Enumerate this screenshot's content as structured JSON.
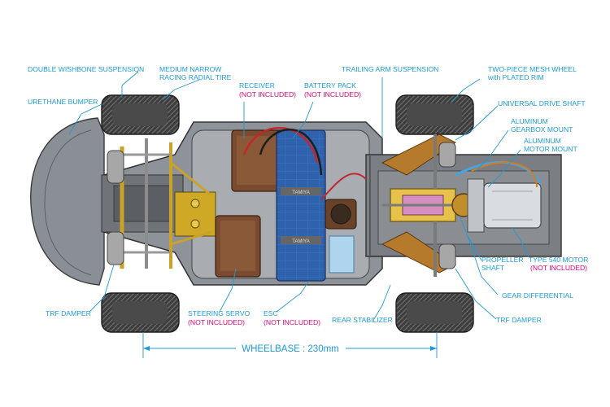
{
  "labels": {
    "double_wishbone": "DOUBLE WISHBONE SUSPENSION",
    "urethane_bumper": "URETHANE BUMPER",
    "tire_1": "MEDIUM NARROW",
    "tire_2": "RACING RADIAL TIRE",
    "receiver": "RECEIVER",
    "receiver_note": "(NOT INCLUDED)",
    "battery": "BATTERY PACK",
    "battery_note": "(NOT INCLUDED)",
    "trailing_arm": "TRAILING ARM SUSPENSION",
    "mesh_wheel_1": "TWO-PIECE MESH WHEEL",
    "mesh_wheel_2": "with PLATED RIM",
    "universal_shaft": "UNIVERSAL DRIVE SHAFT",
    "gearbox_1": "ALUMINUM",
    "gearbox_2": "GEARBOX MOUNT",
    "motor_mount_1": "ALUMINUM",
    "motor_mount_2": "MOTOR MOUNT",
    "propeller_1": "PROPELLER",
    "propeller_2": "SHAFT",
    "motor": "TYPE 540 MOTOR",
    "motor_note": "(NOT INCLUDED)",
    "gear_diff": "GEAR DIFFERENTIAL",
    "trf_damper_left": "TRF DAMPER",
    "trf_damper_right": "TRF DAMPER",
    "steering_servo": "STEERING SERVO",
    "steering_note": "(NOT INCLUDED)",
    "esc": "ESC",
    "esc_note": "(NOT INCLUDED)",
    "rear_stabilizer": "REAR STABILIZER",
    "wheelbase": "WHEELBASE : 230mm",
    "brand_1": "TAMIYA",
    "brand_2": "TAMIYA"
  },
  "colors": {
    "label": "#1d9ad6",
    "note": "#e2007a",
    "chassis": "#6e6e6e",
    "battery": "#2d5fa8",
    "gold": "#c9a227",
    "bronze": "#b57a2c",
    "tire": "#3b3b3b"
  }
}
